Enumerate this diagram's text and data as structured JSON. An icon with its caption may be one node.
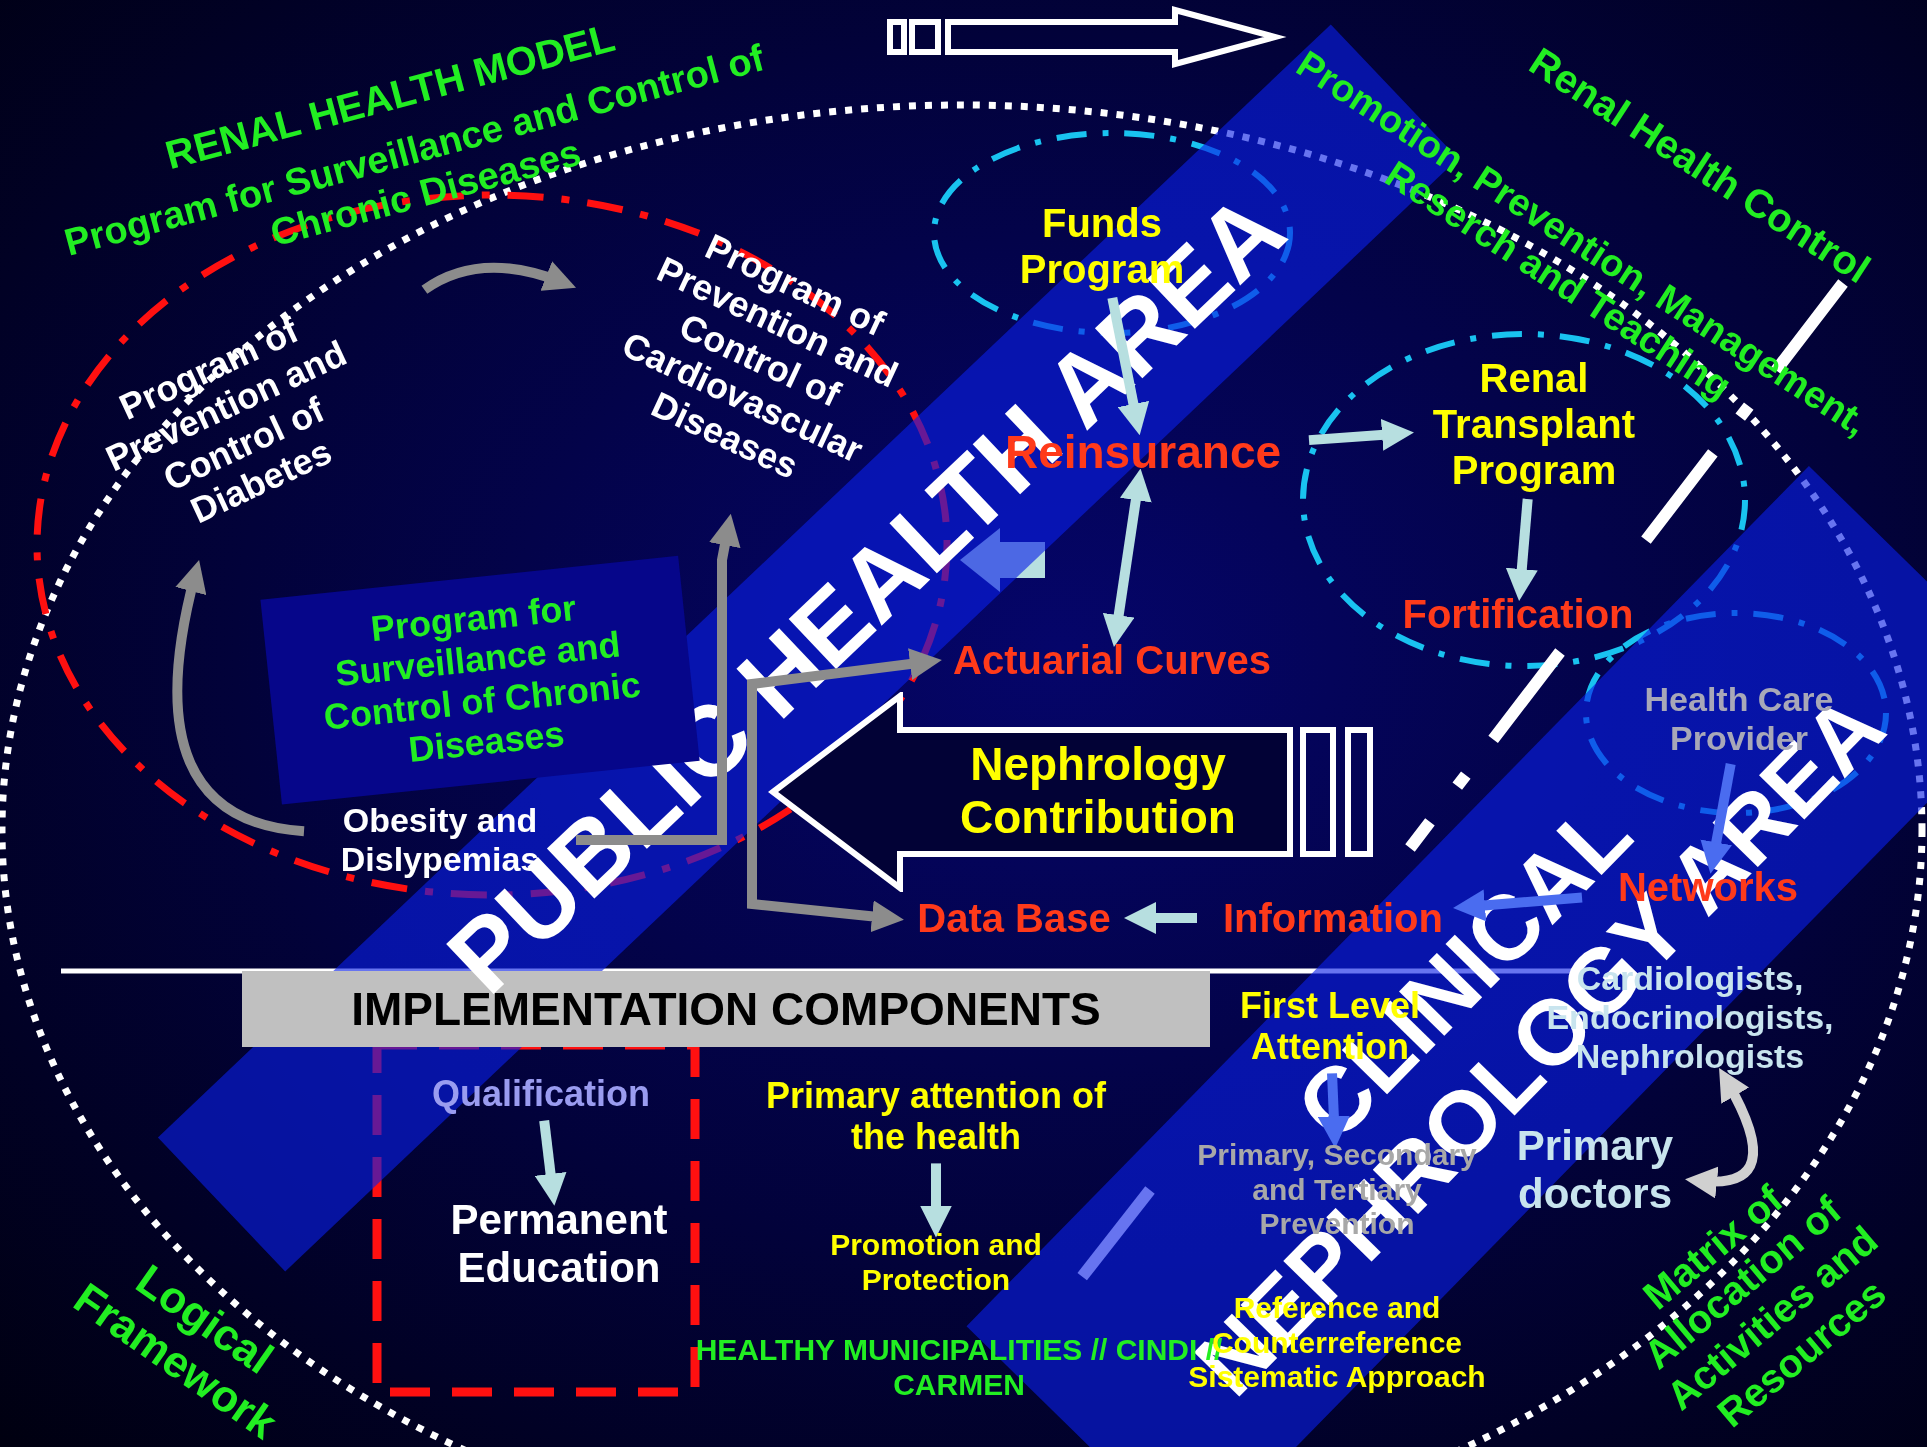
{
  "diagram": {
    "title": "RENAL HEALTH MODEL",
    "nodes": [
      {
        "text": [
          "Program of Prevention and Control of Diabetes"
        ]
      },
      {
        "text": [
          "Program of Prevention and Control of Cardiovascular Diseases"
        ]
      },
      {
        "text": [
          "Program for Surveillance and Control of Chronic Diseases"
        ]
      },
      {
        "text": [
          "Obesity and Dislypemias"
        ]
      },
      {
        "text": [
          "Funds Program"
        ]
      },
      {
        "text": [
          "Reinsurance"
        ]
      },
      {
        "text": [
          "Renal Transplant Program"
        ]
      },
      {
        "text": [
          "Fortification"
        ]
      },
      {
        "text": [
          "Actuarial Curves"
        ]
      },
      {
        "text": [
          "Nephrology Contribution"
        ]
      },
      {
        "text": [
          "Data Base"
        ]
      },
      {
        "text": [
          "Information"
        ]
      },
      {
        "text": [
          "Health Care Provider"
        ]
      },
      {
        "text": [
          "Networks"
        ]
      },
      {
        "text": [
          "Cardiologists, Endocrinologists, Nephrologists"
        ]
      },
      {
        "text": [
          "IMPLEMENTATION COMPONENTS"
        ]
      },
      {
        "text": [
          "Qualification"
        ]
      },
      {
        "text": [
          "Permanent Education"
        ]
      },
      {
        "text": [
          "Primary attention of the health"
        ]
      },
      {
        "text": [
          "Promotion and Protection"
        ]
      },
      {
        "text": [
          "HEALTHY MUNICIPALITIES // CINDI // CARMEN"
        ]
      },
      {
        "text": [
          "First Level Attention"
        ]
      },
      {
        "text": [
          "Primary, Secondary and Tertiary Prevention"
        ]
      },
      {
        "text": [
          "Reference and Counterreference Sistematic Approach"
        ]
      },
      {
        "text": [
          "Primary doctors"
        ]
      }
    ],
    "edges": [
      {
        "from": 0,
        "to": 1,
        "arrow": "to",
        "color": "#8c8c8c"
      },
      {
        "from": 3,
        "to": 0,
        "arrow": "to",
        "color": "#8c8c8c"
      },
      {
        "from": 3,
        "to": 1,
        "arrow": "to",
        "color": "#8c8c8c"
      },
      {
        "from": 4,
        "to": 5,
        "arrow": "to"
      },
      {
        "from": 5,
        "to": 8,
        "arrow": "both"
      },
      {
        "from": 5,
        "to": 6,
        "arrow": "to"
      },
      {
        "from": 6,
        "to": 7,
        "arrow": "to"
      },
      {
        "from": 8,
        "to": 10,
        "arrow": "both",
        "color": "#8c8c8c"
      },
      {
        "from": 11,
        "to": 10,
        "arrow": "to"
      },
      {
        "from": 12,
        "to": 13,
        "arrow": "to",
        "color": "#4a6cf0"
      },
      {
        "from": 13,
        "to": 11,
        "arrow": "to",
        "color": "#4a6cf0"
      },
      {
        "from": 16,
        "to": 17,
        "arrow": "to"
      },
      {
        "from": 18,
        "to": 19,
        "arrow": "to"
      },
      {
        "from": 21,
        "to": 22,
        "arrow": "to",
        "color": "#4a6cf0"
      },
      {
        "from": 24,
        "to": 14,
        "arrow": "both",
        "color": "#d0d0d0"
      }
    ],
    "labels": [
      "Program for Surveillance and Control of Chronic Diseases",
      "Renal Health Control",
      "Promotion, Prevention, Management, Reserch and Teaching",
      "PUBLIC HEALTH AREA",
      "CLINICAL NEPHROLOGY AREA",
      "Logical Framework",
      "Matrix of Allocation of Activities and Resources"
    ]
  }
}
